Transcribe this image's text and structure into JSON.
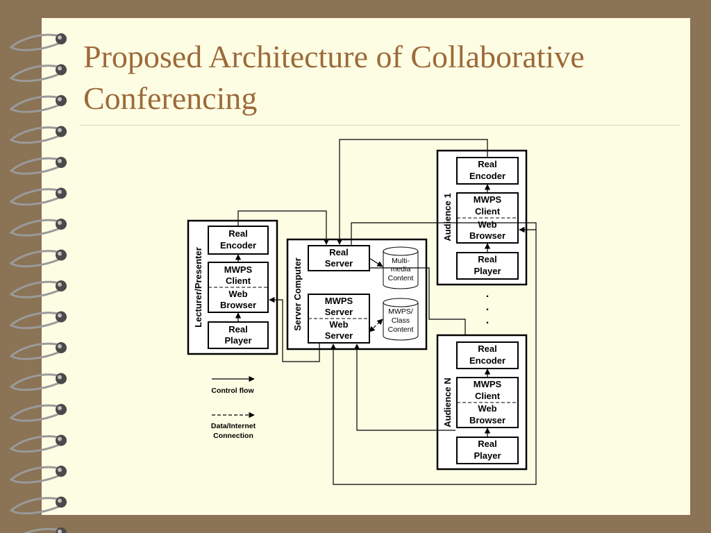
{
  "slide": {
    "title_line1": "Proposed Architecture of Collaborative",
    "title_line2": "Conferencing"
  },
  "diagram": {
    "lecturer": {
      "group_label": "Lecturer/Presenter",
      "encoder": [
        "Real",
        "Encoder"
      ],
      "client": [
        "MWPS",
        "Client"
      ],
      "browser": [
        "Web",
        "Browser"
      ],
      "player": [
        "Real",
        "Player"
      ]
    },
    "server": {
      "group_label": "Server Computer",
      "real_server": [
        "Real",
        "Server"
      ],
      "mwps_server": [
        "MWPS",
        "Server"
      ],
      "web_server": [
        "Web",
        "Server"
      ],
      "db1": [
        "Multi-",
        "media",
        "Content"
      ],
      "db2": [
        "MWPS/",
        "Class",
        "Content"
      ]
    },
    "audience1": {
      "group_label": "Audience 1",
      "encoder": [
        "Real",
        "Encoder"
      ],
      "client": [
        "MWPS",
        "Client"
      ],
      "browser": [
        "Web",
        "Browser"
      ],
      "player": [
        "Real",
        "Player"
      ]
    },
    "audienceN": {
      "group_label": "Audience N",
      "encoder": [
        "Real",
        "Encoder"
      ],
      "client": [
        "MWPS",
        "Client"
      ],
      "browser": [
        "Web",
        "Browser"
      ],
      "player": [
        "Real",
        "Player"
      ]
    },
    "ellipsis": ".",
    "legend": {
      "control": "Control flow",
      "data1": "Data/Internet",
      "data2": "Connection"
    }
  }
}
